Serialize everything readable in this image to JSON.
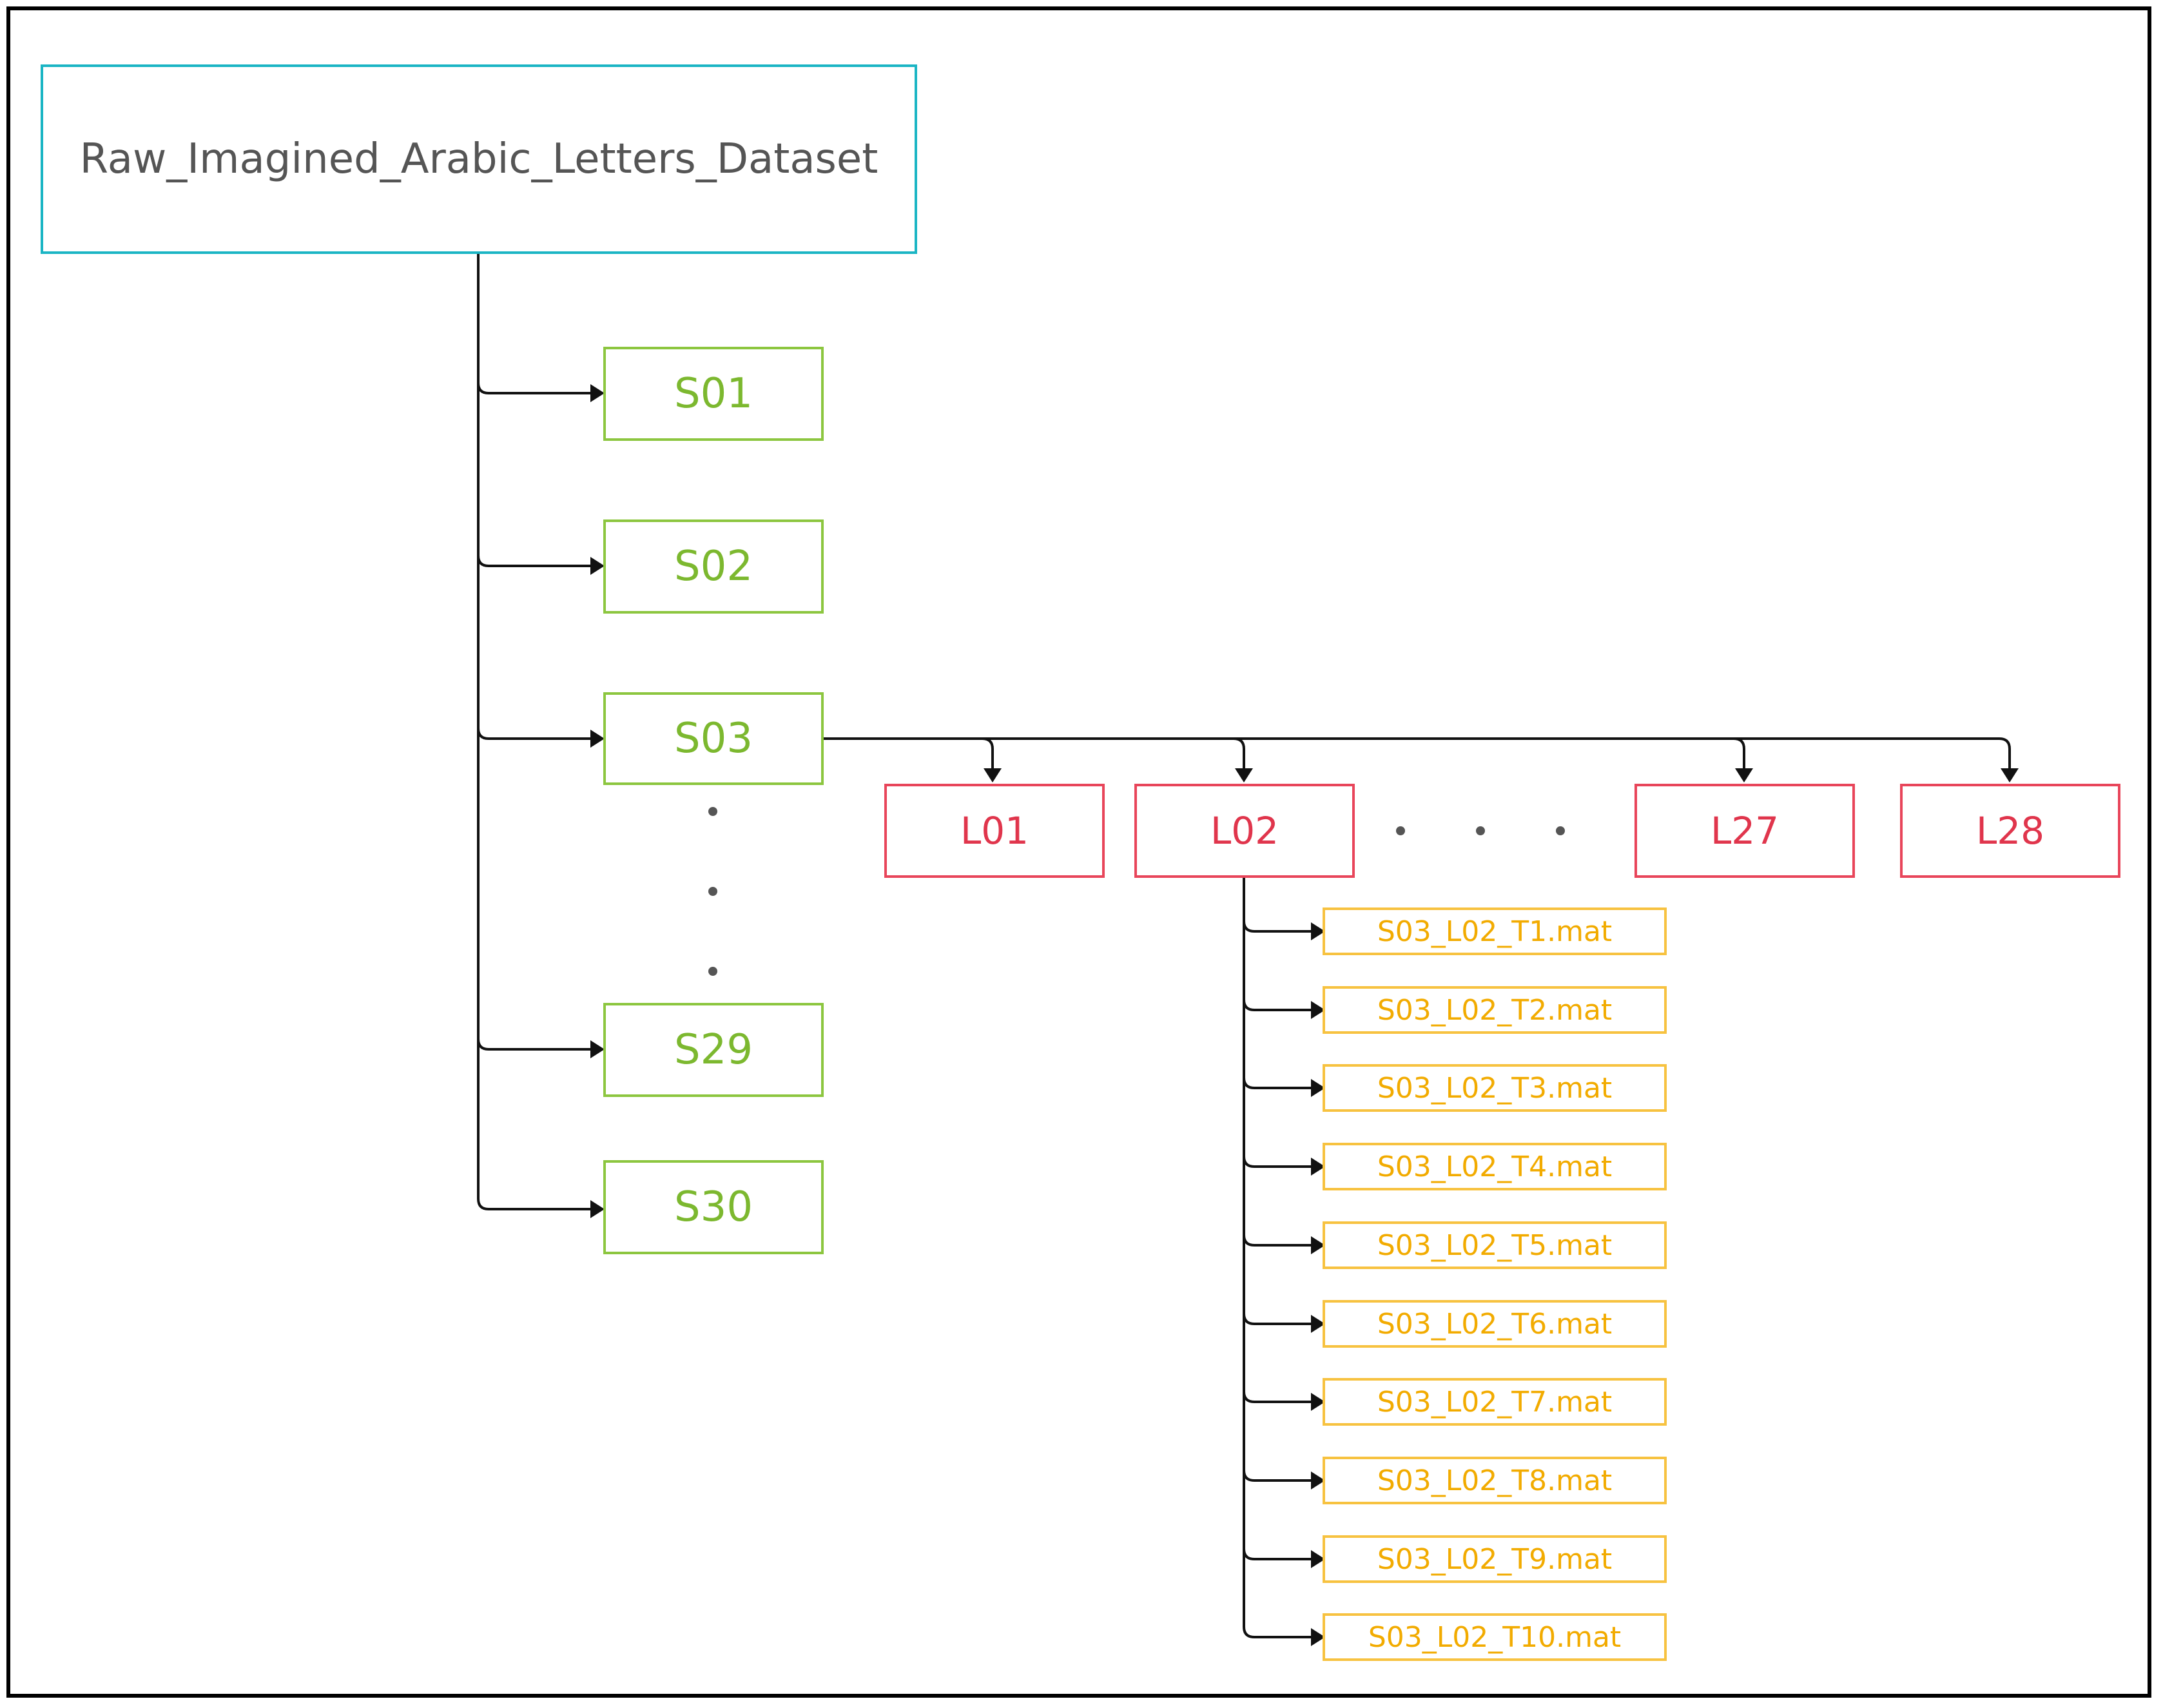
{
  "root": {
    "label": "Raw_Imagined_Arabic_Letters_Dataset"
  },
  "subjects": [
    "S01",
    "S02",
    "S03",
    "S29",
    "S30"
  ],
  "letters": [
    "L01",
    "L02",
    "L27",
    "L28"
  ],
  "files": [
    "S03_L02_T1.mat",
    "S03_L02_T2.mat",
    "S03_L02_T3.mat",
    "S03_L02_T4.mat",
    "S03_L02_T5.mat",
    "S03_L02_T6.mat",
    "S03_L02_T7.mat",
    "S03_L02_T8.mat",
    "S03_L02_T9.mat",
    "S03_L02_T10.mat"
  ],
  "colors": {
    "root_border": "#1bb5c4",
    "subject": "#8cc63f",
    "letter": "#e8455a",
    "file": "#f7c240",
    "connector": "#111111"
  }
}
